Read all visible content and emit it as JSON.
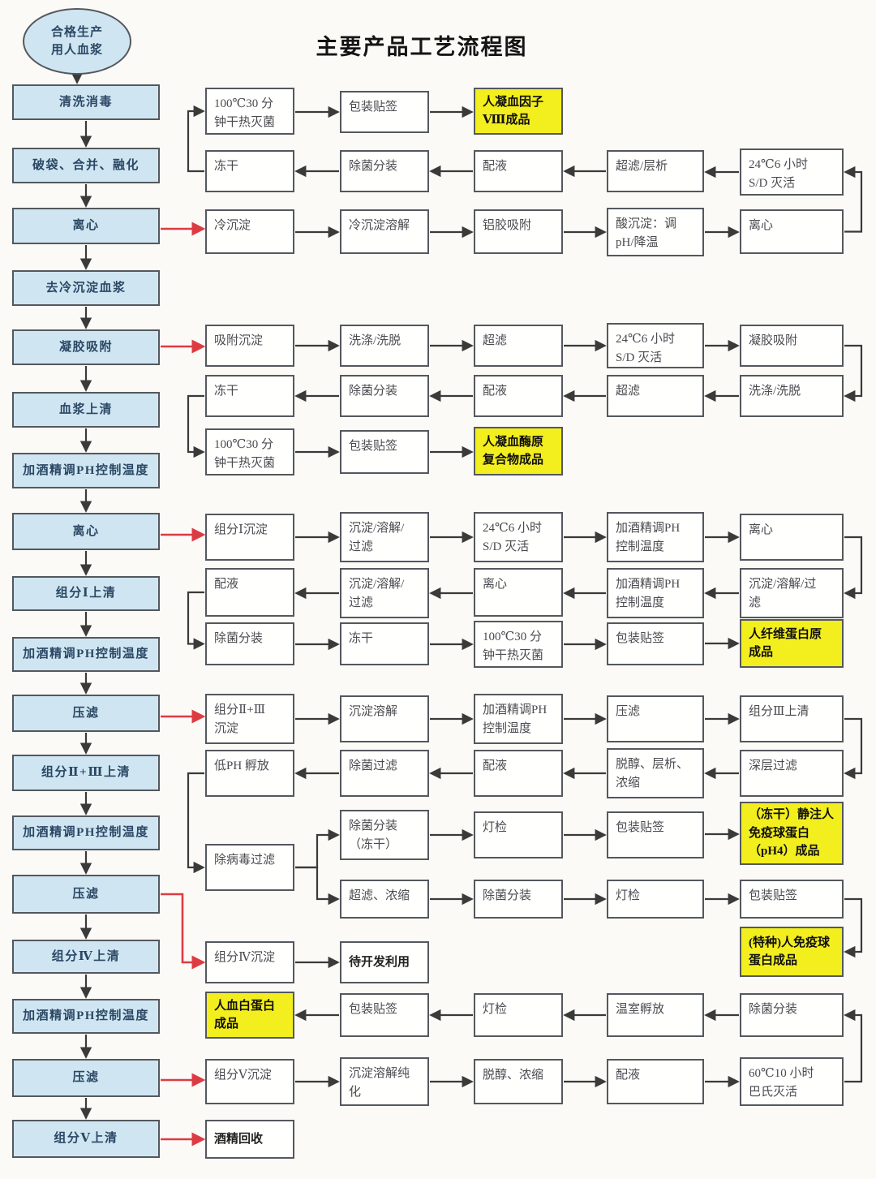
{
  "title": "主要产品工艺流程图",
  "colors": {
    "process_fill": "#ffffff",
    "plasma_fill": "#cfe6f2",
    "product_fill": "#f3ee1e",
    "box_border": "#54585d",
    "arrow_black": "#3a3a3a",
    "arrow_red": "#dd3b43"
  },
  "nodes": {
    "S": {
      "label": "合格生产\n用人血浆",
      "type": "source"
    },
    "L1": {
      "label": "清洗消毒",
      "type": "plasma"
    },
    "L2": {
      "label": "破袋、合并、融化",
      "type": "plasma"
    },
    "L3": {
      "label": "离心",
      "type": "plasma"
    },
    "L4": {
      "label": "去冷沉淀血浆",
      "type": "plasma"
    },
    "L5": {
      "label": "凝胶吸附",
      "type": "plasma"
    },
    "L6": {
      "label": "血浆上清",
      "type": "plasma"
    },
    "L7": {
      "label": "加酒精调PH控制温度",
      "type": "plasma"
    },
    "L8": {
      "label": "离心",
      "type": "plasma"
    },
    "L9": {
      "label": "组分Ⅰ上清",
      "type": "plasma"
    },
    "L10": {
      "label": "加酒精调PH控制温度",
      "type": "plasma"
    },
    "L11": {
      "label": "压滤",
      "type": "plasma"
    },
    "L12": {
      "label": "组分Ⅱ+Ⅲ上清",
      "type": "plasma"
    },
    "L13": {
      "label": "加酒精调PH控制温度",
      "type": "plasma"
    },
    "L14": {
      "label": "压滤",
      "type": "plasma"
    },
    "L15": {
      "label": "组分Ⅳ上清",
      "type": "plasma"
    },
    "L16": {
      "label": "加酒精调PH控制温度",
      "type": "plasma"
    },
    "L17": {
      "label": "压滤",
      "type": "plasma"
    },
    "L18": {
      "label": "组分Ⅴ上清",
      "type": "plasma"
    },
    "A1": {
      "label": "100℃30 分\n钟干热灭菌",
      "type": "process"
    },
    "A2": {
      "label": "包装贴签",
      "type": "process"
    },
    "A3": {
      "label": "人凝血因子\nⅧ成品",
      "type": "product"
    },
    "A4": {
      "label": "冻干",
      "type": "process"
    },
    "A5": {
      "label": "除菌分装",
      "type": "process"
    },
    "A6": {
      "label": "配液",
      "type": "process"
    },
    "A7": {
      "label": "超滤/层析",
      "type": "process"
    },
    "A8": {
      "label": "24℃6 小时\nS/D 灭活",
      "type": "process"
    },
    "A9": {
      "label": "冷沉淀",
      "type": "process"
    },
    "A10": {
      "label": "冷沉淀溶解",
      "type": "process"
    },
    "A11": {
      "label": "铝胶吸附",
      "type": "process"
    },
    "A12": {
      "label": "酸沉淀：调\npH/降温",
      "type": "process"
    },
    "A13": {
      "label": "离心",
      "type": "process"
    },
    "B1": {
      "label": "吸附沉淀",
      "type": "process"
    },
    "B2": {
      "label": "洗涤/洗脱",
      "type": "process"
    },
    "B3": {
      "label": "超滤",
      "type": "process"
    },
    "B4": {
      "label": "24℃6 小时\nS/D 灭活",
      "type": "process"
    },
    "B5": {
      "label": "凝胶吸附",
      "type": "process"
    },
    "B6": {
      "label": "冻干",
      "type": "process"
    },
    "B7": {
      "label": "除菌分装",
      "type": "process"
    },
    "B8": {
      "label": "配液",
      "type": "process"
    },
    "B9": {
      "label": "超滤",
      "type": "process"
    },
    "B10": {
      "label": "洗涤/洗脱",
      "type": "process"
    },
    "B11": {
      "label": "100℃30 分\n钟干热灭菌",
      "type": "process"
    },
    "B12": {
      "label": "包装贴签",
      "type": "process"
    },
    "B13": {
      "label": "人凝血酶原\n复合物成品",
      "type": "product"
    },
    "C1": {
      "label": "组分Ⅰ沉淀",
      "type": "process"
    },
    "C2": {
      "label": "沉淀/溶解/\n过滤",
      "type": "process"
    },
    "C3": {
      "label": "24℃6 小时\nS/D 灭活",
      "type": "process"
    },
    "C4": {
      "label": "加酒精调PH\n控制温度",
      "type": "process"
    },
    "C5": {
      "label": "离心",
      "type": "process"
    },
    "C6": {
      "label": "配液",
      "type": "process"
    },
    "C7": {
      "label": "沉淀/溶解/\n过滤",
      "type": "process"
    },
    "C8": {
      "label": "离心",
      "type": "process"
    },
    "C9": {
      "label": "加酒精调PH\n控制温度",
      "type": "process"
    },
    "C10": {
      "label": "沉淀/溶解/过\n滤",
      "type": "process"
    },
    "C11": {
      "label": "除菌分装",
      "type": "process"
    },
    "C12": {
      "label": "冻干",
      "type": "process"
    },
    "C13": {
      "label": "100℃30 分\n钟干热灭菌",
      "type": "process"
    },
    "C14": {
      "label": "包装贴签",
      "type": "process"
    },
    "C15": {
      "label": "人纤维蛋白原\n成品",
      "type": "product"
    },
    "D1": {
      "label": "组分Ⅱ+Ⅲ\n沉淀",
      "type": "process"
    },
    "D2": {
      "label": "沉淀溶解",
      "type": "process"
    },
    "D3": {
      "label": "加酒精调PH\n控制温度",
      "type": "process"
    },
    "D4": {
      "label": "压滤",
      "type": "process"
    },
    "D5": {
      "label": "组分Ⅲ上清",
      "type": "process"
    },
    "D6": {
      "label": "低PH 孵放",
      "type": "process"
    },
    "D7": {
      "label": "除菌过滤",
      "type": "process"
    },
    "D8": {
      "label": "配液",
      "type": "process"
    },
    "D9": {
      "label": "脱醇、层析、\n浓缩",
      "type": "process"
    },
    "D10": {
      "label": "深层过滤",
      "type": "process"
    },
    "D11": {
      "label": "除病毒过滤",
      "type": "process"
    },
    "D12": {
      "label": "除菌分装\n（冻干）",
      "type": "process"
    },
    "D13": {
      "label": "灯检",
      "type": "process"
    },
    "D14": {
      "label": "包装贴签",
      "type": "process"
    },
    "D15": {
      "label": "（冻干）静注人\n免疫球蛋白\n（pH4）成品",
      "type": "product"
    },
    "D16": {
      "label": "超滤、浓缩",
      "type": "process"
    },
    "D17": {
      "label": "除菌分装",
      "type": "process"
    },
    "D18": {
      "label": "灯检",
      "type": "process"
    },
    "D19": {
      "label": "包装贴签",
      "type": "process"
    },
    "D20": {
      "label": "(特种)人免疫球\n蛋白成品",
      "type": "product"
    },
    "E1": {
      "label": "组分Ⅳ沉淀",
      "type": "process"
    },
    "E2": {
      "label": "待开发利用",
      "type": "note"
    },
    "F1": {
      "label": "人血白蛋白\n成品",
      "type": "product"
    },
    "F2": {
      "label": "包装贴签",
      "type": "process"
    },
    "F3": {
      "label": "灯检",
      "type": "process"
    },
    "F4": {
      "label": "温室孵放",
      "type": "process"
    },
    "F5": {
      "label": "除菌分装",
      "type": "process"
    },
    "F6": {
      "label": "组分Ⅴ沉淀",
      "type": "process"
    },
    "F7": {
      "label": "沉淀溶解纯\n化",
      "type": "process"
    },
    "F8": {
      "label": "脱醇、浓缩",
      "type": "process"
    },
    "F9": {
      "label": "配液",
      "type": "process"
    },
    "F10": {
      "label": "60℃10 小时\n巴氏灭活",
      "type": "process"
    },
    "G1": {
      "label": "酒精回收",
      "type": "note"
    }
  },
  "edges": [
    [
      "S",
      "L1",
      "v"
    ],
    [
      "L1",
      "L2",
      "v"
    ],
    [
      "L2",
      "L3",
      "v"
    ],
    [
      "L3",
      "L4",
      "v"
    ],
    [
      "L4",
      "L5",
      "v"
    ],
    [
      "L5",
      "L6",
      "v"
    ],
    [
      "L6",
      "L7",
      "v"
    ],
    [
      "L7",
      "L8",
      "v"
    ],
    [
      "L8",
      "L9",
      "v"
    ],
    [
      "L9",
      "L10",
      "v"
    ],
    [
      "L10",
      "L11",
      "v"
    ],
    [
      "L11",
      "L12",
      "v"
    ],
    [
      "L12",
      "L13",
      "v"
    ],
    [
      "L13",
      "L14",
      "v"
    ],
    [
      "L14",
      "L15",
      "v"
    ],
    [
      "L15",
      "L16",
      "v"
    ],
    [
      "L16",
      "L17",
      "v"
    ],
    [
      "L17",
      "L18",
      "v"
    ],
    [
      "L3",
      "A9",
      "h",
      "r"
    ],
    [
      "L5",
      "B1",
      "h",
      "r"
    ],
    [
      "L8",
      "C1",
      "h",
      "r"
    ],
    [
      "L11",
      "D1",
      "h",
      "r"
    ],
    [
      "L14",
      "E1",
      "sp",
      "r"
    ],
    [
      "L17",
      "F6",
      "h",
      "r"
    ],
    [
      "L18",
      "G1",
      "h",
      "r"
    ],
    [
      "A9",
      "A10",
      "h"
    ],
    [
      "A10",
      "A11",
      "h"
    ],
    [
      "A11",
      "A12",
      "h"
    ],
    [
      "A12",
      "A13",
      "h"
    ],
    [
      "A13",
      "A8",
      "wr"
    ],
    [
      "A8",
      "A7",
      "hl"
    ],
    [
      "A7",
      "A6",
      "hl"
    ],
    [
      "A6",
      "A5",
      "hl"
    ],
    [
      "A5",
      "A4",
      "hl"
    ],
    [
      "A4",
      "A1",
      "wl"
    ],
    [
      "A1",
      "A2",
      "h"
    ],
    [
      "A2",
      "A3",
      "h"
    ],
    [
      "B1",
      "B2",
      "h"
    ],
    [
      "B2",
      "B3",
      "h"
    ],
    [
      "B3",
      "B4",
      "h"
    ],
    [
      "B4",
      "B5",
      "h"
    ],
    [
      "B5",
      "B10",
      "wr"
    ],
    [
      "B10",
      "B9",
      "hl"
    ],
    [
      "B9",
      "B8",
      "hl"
    ],
    [
      "B8",
      "B7",
      "hl"
    ],
    [
      "B7",
      "B6",
      "hl"
    ],
    [
      "B6",
      "B11",
      "wl"
    ],
    [
      "B11",
      "B12",
      "h"
    ],
    [
      "B12",
      "B13",
      "h"
    ],
    [
      "C1",
      "C2",
      "h"
    ],
    [
      "C2",
      "C3",
      "h"
    ],
    [
      "C3",
      "C4",
      "h"
    ],
    [
      "C4",
      "C5",
      "h"
    ],
    [
      "C5",
      "C10",
      "wr"
    ],
    [
      "C10",
      "C9",
      "hl"
    ],
    [
      "C9",
      "C8",
      "hl"
    ],
    [
      "C8",
      "C7",
      "hl"
    ],
    [
      "C7",
      "C6",
      "hl"
    ],
    [
      "C6",
      "C11",
      "wl"
    ],
    [
      "C11",
      "C12",
      "h"
    ],
    [
      "C12",
      "C13",
      "h"
    ],
    [
      "C13",
      "C14",
      "h"
    ],
    [
      "C14",
      "C15",
      "h"
    ],
    [
      "D1",
      "D2",
      "h"
    ],
    [
      "D2",
      "D3",
      "h"
    ],
    [
      "D3",
      "D4",
      "h"
    ],
    [
      "D4",
      "D5",
      "h"
    ],
    [
      "D5",
      "D10",
      "wr"
    ],
    [
      "D10",
      "D9",
      "hl"
    ],
    [
      "D9",
      "D8",
      "hl"
    ],
    [
      "D8",
      "D7",
      "hl"
    ],
    [
      "D7",
      "D6",
      "hl"
    ],
    [
      "D6",
      "D11",
      "wl"
    ],
    [
      "D11",
      "D12",
      "sp"
    ],
    [
      "D11",
      "D16",
      "sp"
    ],
    [
      "D12",
      "D13",
      "h"
    ],
    [
      "D13",
      "D14",
      "h"
    ],
    [
      "D14",
      "D15",
      "h"
    ],
    [
      "D16",
      "D17",
      "h"
    ],
    [
      "D17",
      "D18",
      "h"
    ],
    [
      "D18",
      "D19",
      "h"
    ],
    [
      "D19",
      "D20",
      "wr"
    ],
    [
      "E1",
      "E2",
      "h"
    ],
    [
      "F6",
      "F7",
      "h"
    ],
    [
      "F7",
      "F8",
      "h"
    ],
    [
      "F8",
      "F9",
      "h"
    ],
    [
      "F9",
      "F10",
      "h"
    ],
    [
      "F10",
      "F5",
      "wr"
    ],
    [
      "F5",
      "F4",
      "hl"
    ],
    [
      "F4",
      "F3",
      "hl"
    ],
    [
      "F3",
      "F2",
      "hl"
    ],
    [
      "F2",
      "F1",
      "hl"
    ]
  ]
}
